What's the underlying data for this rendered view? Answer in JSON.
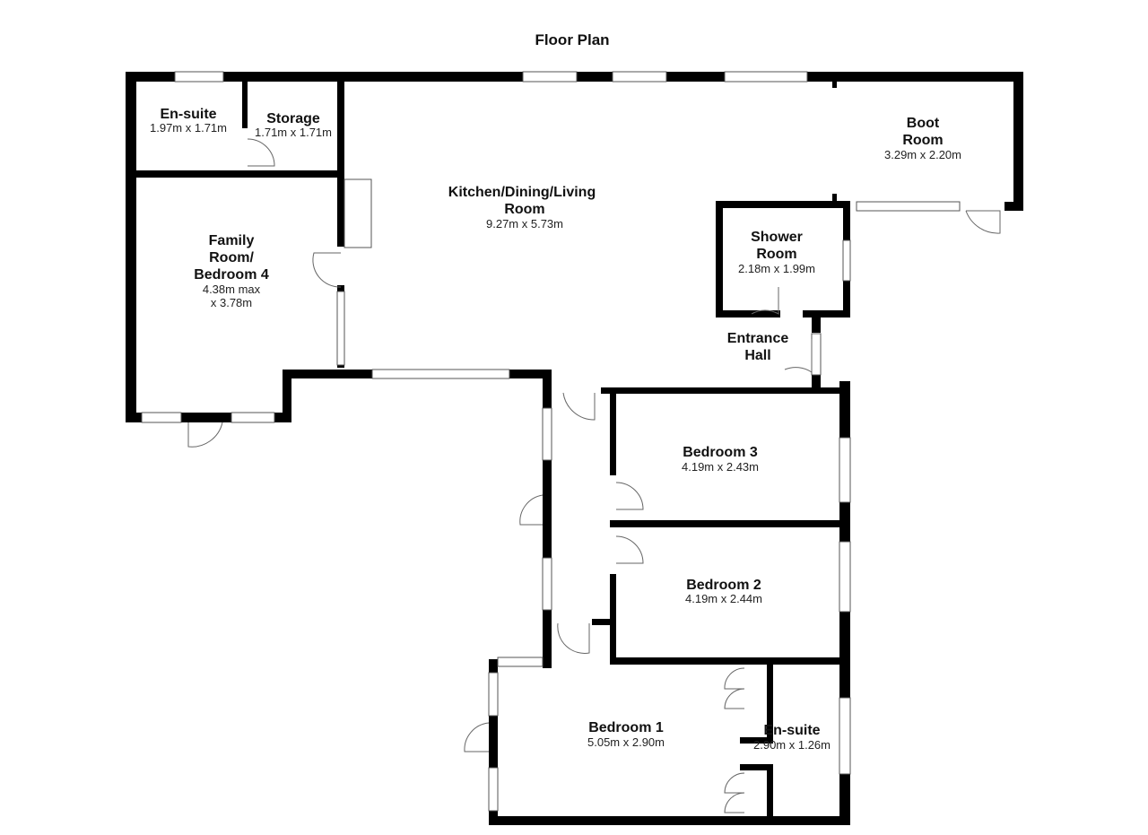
{
  "title": "Floor Plan",
  "rooms": {
    "ensuite_top": {
      "name": "En-suite",
      "size": "1.97m x 1.71m"
    },
    "storage": {
      "name": "Storage",
      "size": "1.71m x 1.71m"
    },
    "kitchen": {
      "name1": "Kitchen/Dining/Living",
      "name2": "Room",
      "size": "9.27m x 5.73m"
    },
    "boot": {
      "name1": "Boot",
      "name2": "Room",
      "size": "3.29m x 2.20m"
    },
    "family": {
      "name1": "Family",
      "name2": "Room/",
      "name3": "Bedroom 4",
      "size1": "4.38m max",
      "size2": "x 3.78m"
    },
    "shower": {
      "name1": "Shower",
      "name2": "Room",
      "size": "2.18m x 1.99m"
    },
    "entrance": {
      "name1": "Entrance",
      "name2": "Hall"
    },
    "bedroom3": {
      "name": "Bedroom 3",
      "size": "4.19m x 2.43m"
    },
    "bedroom2": {
      "name": "Bedroom 2",
      "size": "4.19m x 2.44m"
    },
    "bedroom1": {
      "name": "Bedroom 1",
      "size": "5.05m x 2.90m"
    },
    "ensuite_bed1": {
      "name": "En-suite",
      "size": "2.90m x 1.26m"
    }
  }
}
